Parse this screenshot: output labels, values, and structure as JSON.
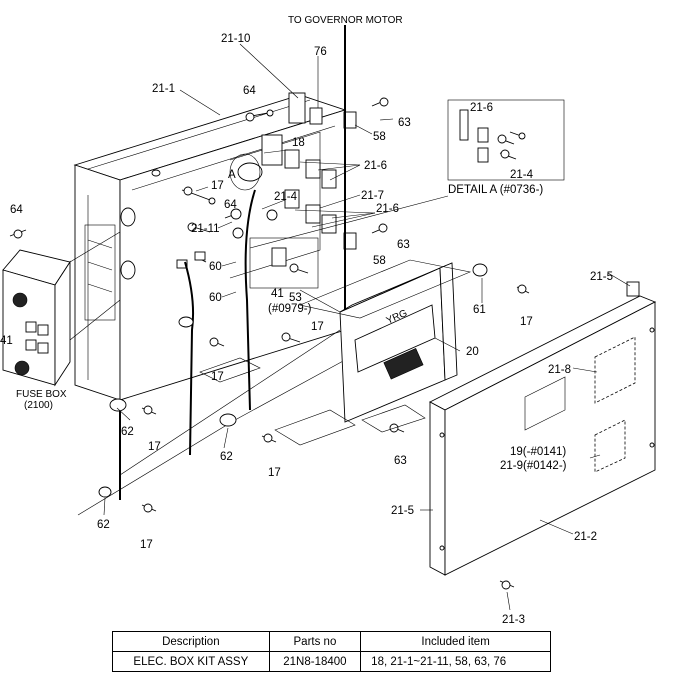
{
  "diagram": {
    "labels": {
      "governor_motor": "TO GOVERNOR MOTOR",
      "fuse_box": "FUSE BOX",
      "fuse_box_no": "(2100)",
      "detail_a": "DETAIL  A (#0736-)",
      "detail_letter": "A",
      "brand": "YRG",
      "p21_1": "21-1",
      "p21_10": "21-10",
      "p76": "76",
      "p64_top": "64",
      "p64_mid": "64",
      "p64_left": "64",
      "p18": "18",
      "p58_top": "58",
      "p58_mid": "58",
      "p63_top": "63",
      "p63_mid": "63",
      "p63_bot": "63",
      "p21_6_a": "21-6",
      "p21_6_b": "21-6",
      "p21_6_detail": "21-6",
      "p21_4": "21-4",
      "p21_4_detail": "21-4",
      "p21_7": "21-7",
      "p21_11": "21-11",
      "p17_a": "17",
      "p17_b": "17",
      "p17_c": "17",
      "p17_d": "17",
      "p17_e": "17",
      "p17_f": "17",
      "p17_g": "17",
      "p60_a": "60",
      "p60_b": "60",
      "p41_box": "41",
      "p41_fuse": "41",
      "p53": "53",
      "p53_sub": "(#0979-)",
      "p61": "61",
      "p20": "20",
      "p62_a": "62",
      "p62_b": "62",
      "p62_c": "62",
      "p21_5_top": "21-5",
      "p21_5_bot": "21-5",
      "p21_8": "21-8",
      "p19": "19(-#0141)",
      "p21_9": "21-9(#0142-)",
      "p21_2": "21-2",
      "p21_3": "21-3"
    }
  },
  "parts_table": {
    "headers": [
      "Description",
      "Parts no",
      "Included item"
    ],
    "rows": [
      {
        "description": "ELEC. BOX KIT ASSY",
        "parts_no": "21N8-18400",
        "included": "18, 21-1~21-11, 58, 63, 76"
      }
    ]
  }
}
